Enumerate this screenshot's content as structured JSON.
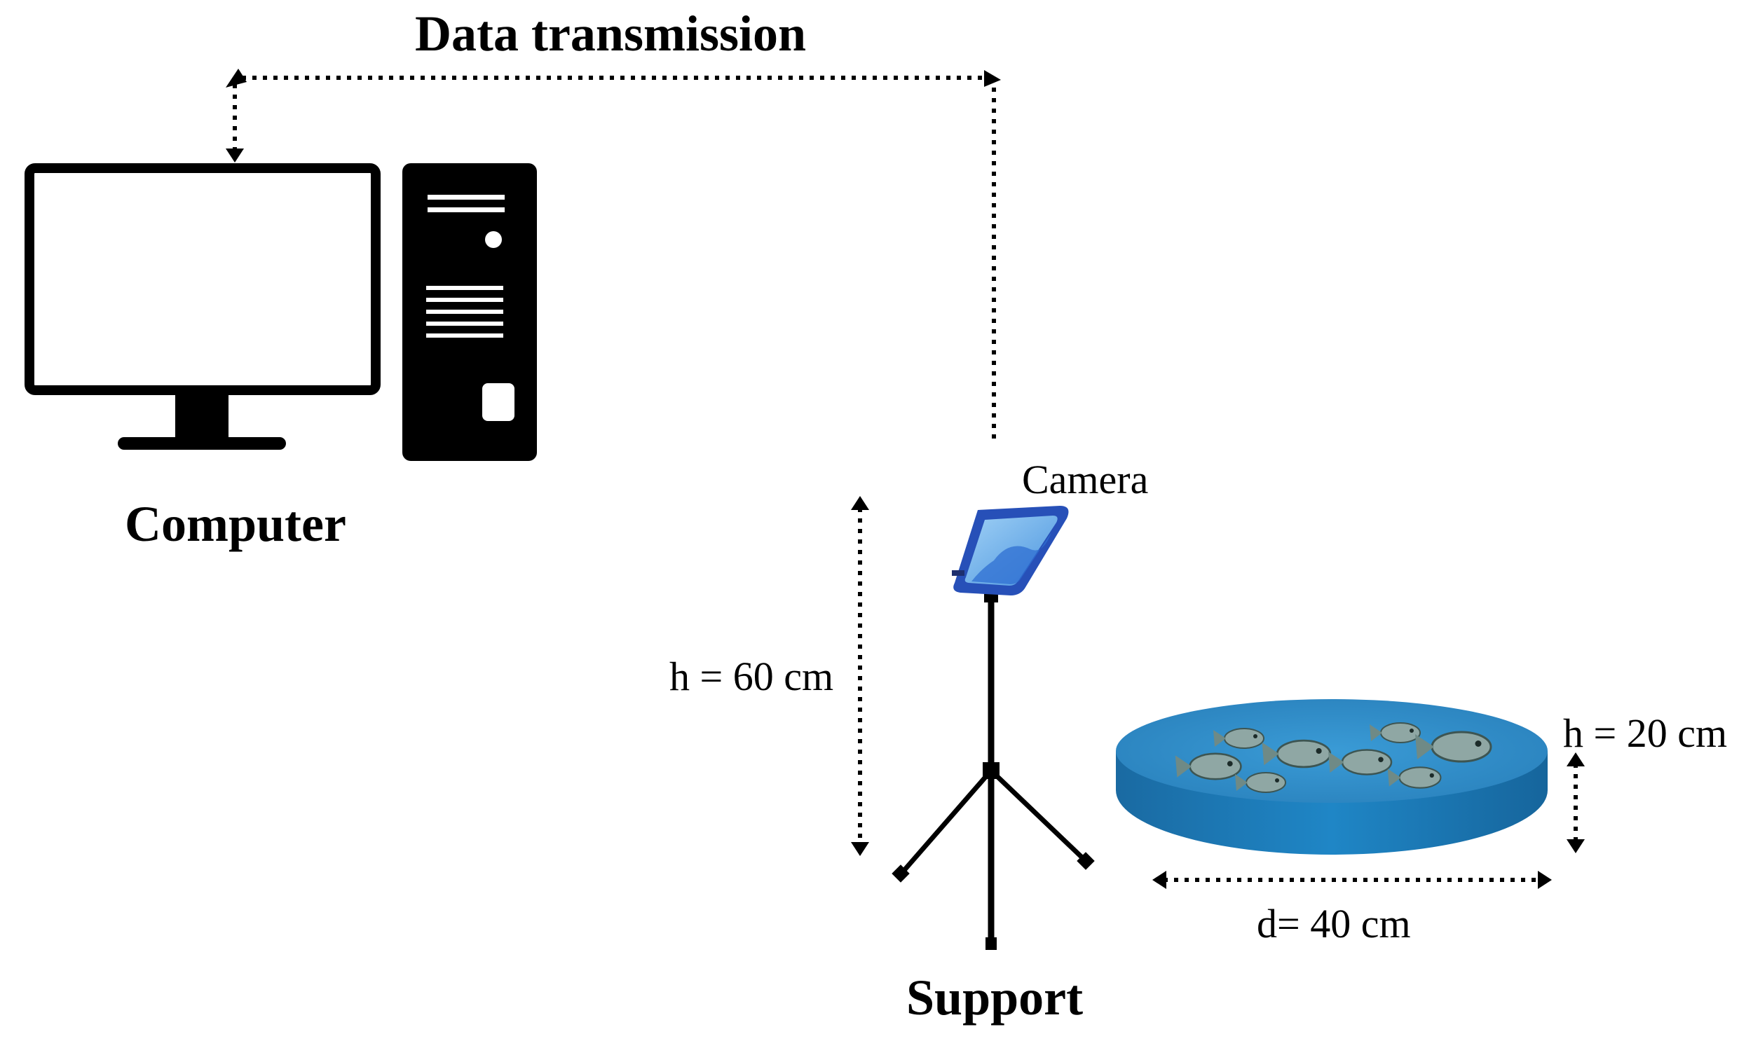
{
  "labels": {
    "title": "Data transmission",
    "computer": "Computer",
    "camera": "Camera",
    "camera_height": "h = 60 cm",
    "tank_height": "h = 20 cm",
    "tank_diameter": "d= 40 cm",
    "support": "Support"
  },
  "icons": {
    "monitor": "monitor-icon",
    "tower": "computer-tower-icon",
    "phone": "smartphone-camera-icon",
    "tripod": "tripod-icon",
    "tank": "fish-tank-icon",
    "fish": "fish-icon"
  },
  "colors": {
    "ink": "#000000",
    "tank_top": "#2f8cc6",
    "tank_side": "#1b6fa9",
    "fish": "#8fa7a4",
    "phone_frame": "#2750b8",
    "phone_screen": "#6fb4ec"
  }
}
